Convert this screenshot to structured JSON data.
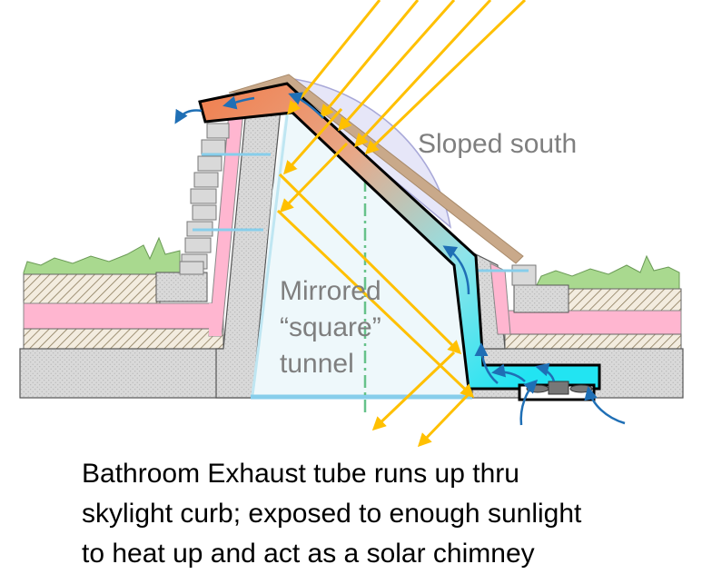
{
  "labels": {
    "sloped": "Sloped south",
    "tunnel_line1": "Mirrored",
    "tunnel_line2": "“square”",
    "tunnel_line3": "tunnel"
  },
  "caption": [
    "Bathroom Exhaust tube runs up thru",
    "skylight curb; exposed to enough sunlight",
    "to heat up and act as a solar chimney"
  ],
  "colors": {
    "sunlight": "#ffc000",
    "airflow": "#1f6fb5",
    "exhaust_tube_top": "#f4a27a",
    "exhaust_tube_bottom": "#33e0f0",
    "insulation": "#ffb6d0",
    "concrete": "#d9d9d9",
    "grass": "#a9d98f",
    "dome": "#e6e6f8",
    "mirror": "#87ceeb",
    "roof_cap": "#c9a98a"
  },
  "icons": [
    "sun-ray-arrow",
    "airflow-arrow",
    "exhaust-fan-icon"
  ]
}
